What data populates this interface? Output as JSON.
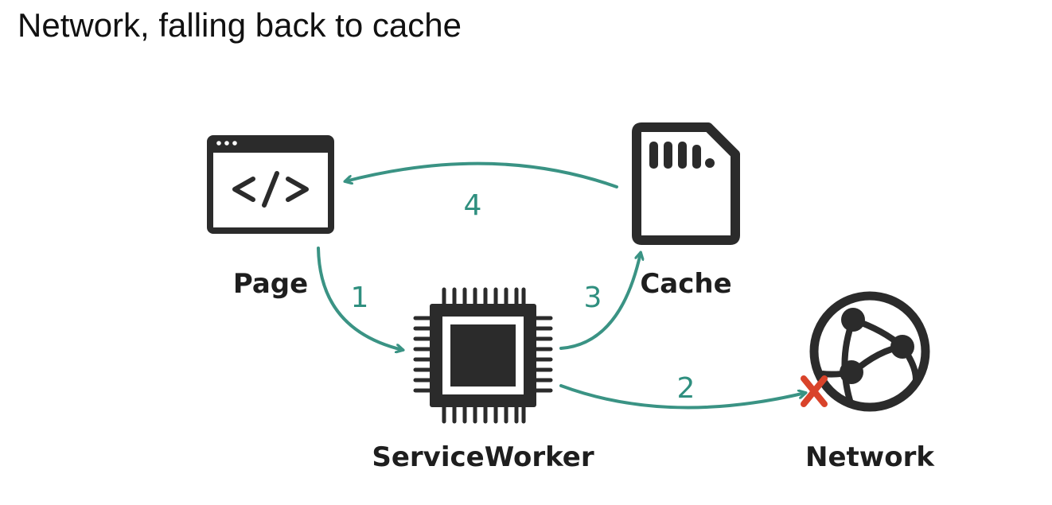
{
  "title": "Network, falling back to cache",
  "nodes": {
    "page": "Page",
    "cache": "Cache",
    "service_worker": "ServiceWorker",
    "network": "Network"
  },
  "steps": {
    "one": "1",
    "two": "2",
    "three": "3",
    "four": "4"
  },
  "network_request_status": "failed",
  "colors": {
    "arrow": "#3a9384",
    "icon": "#2b2b2b",
    "failure_mark": "#d9432a",
    "title_text": "#111111"
  },
  "icons": {
    "page": "code-window-icon",
    "cache": "sd-card-icon",
    "service_worker": "chip-icon",
    "network": "globe-network-icon",
    "failure": "cross-mark-icon"
  }
}
